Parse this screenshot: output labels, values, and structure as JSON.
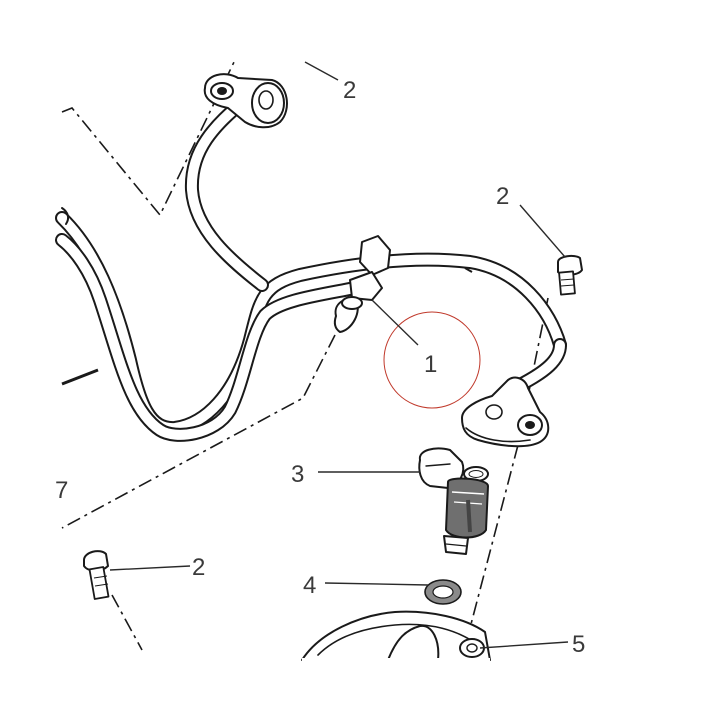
{
  "callouts": {
    "c1": "1",
    "c2_top": "2",
    "c2_right": "2",
    "c2_left": "2",
    "c3": "3",
    "c4": "4",
    "c5": "5",
    "c7_partial": "7"
  },
  "colors": {
    "line": "#1a1a1a",
    "highlight_circle": "#c0392b",
    "injector_body": "#6f6f6f",
    "seal": "#8a8a8a",
    "text": "#3a3a3a"
  },
  "icons": [
    "fuel-pipe",
    "injector",
    "screw",
    "o-ring-seal",
    "mounting-flange",
    "clip"
  ]
}
